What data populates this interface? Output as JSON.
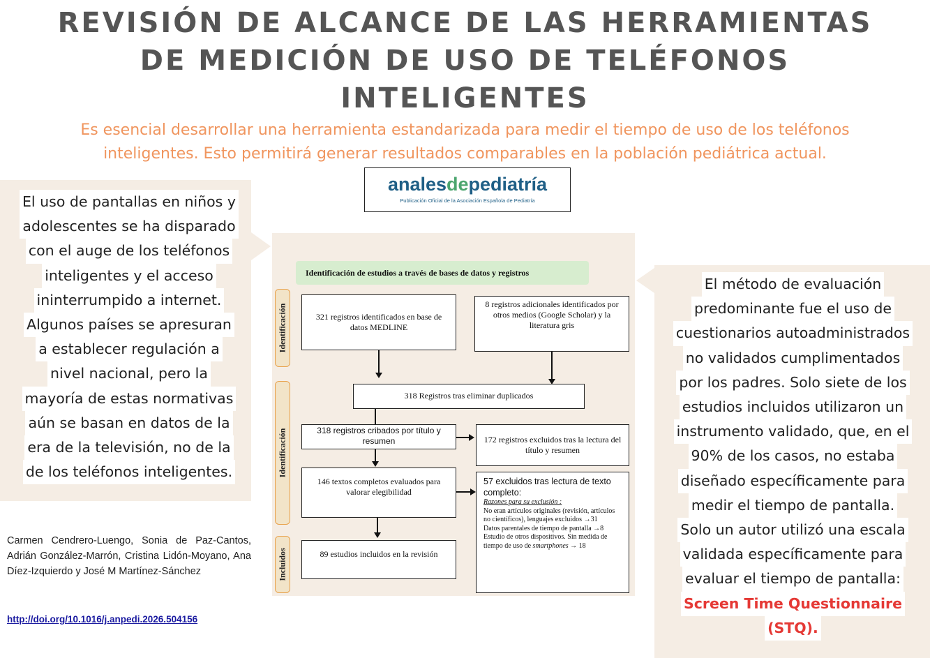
{
  "title": {
    "line1": "REVISIÓN DE ALCANCE DE LAS HERRAMIENTAS",
    "line2": "DE MEDICIÓN DE USO DE TELÉFONOS",
    "line3": "INTELIGENTES"
  },
  "subtitle": {
    "line1": "Es esencial desarrollar una herramienta estandarizada para medir el tiempo de uso de los teléfonos",
    "line2": "inteligentes. Esto permitirá generar resultados comparables en la población pediátrica actual."
  },
  "logo": {
    "name_part1": "anales",
    "name_part2": "de",
    "name_part3": "pediatría",
    "subtitle": "Publicación Oficial de la Asociación Española de Pediatría"
  },
  "left_text": [
    "El uso de pantallas en niños y",
    "adolescentes se ha disparado",
    "con el auge de los teléfonos",
    "inteligentes y el acceso",
    "ininterrumpido a internet.",
    "Algunos países se apresuran",
    "a establecer regulación a",
    "nivel nacional, pero la",
    "mayoría de estas normativas",
    "aún se basan en datos de la",
    "era de la televisión, no de la",
    "de los teléfonos inteligentes."
  ],
  "authors": "Carmen Cendrero-Luengo, Sonia de Paz-Cantos, Adrián González-Marrón, Cristina Lidón-Moyano, Ana Díez-Izquierdo y José M Martínez-Sánchez",
  "doi": "http://doi.org/10.1016/j.anpedi.2026.504156",
  "flow": {
    "header": "Identificación de estudios a través de bases de datos y registros",
    "side1": "Identificación",
    "side2": "Identificación",
    "side3": "Incluidos",
    "box_medline": "321 registros identificados en base de datos MEDLINE",
    "box_other": "8 registros adicionales identificados por otros medios (Google Scholar) y la literatura gris",
    "box_duplicates": "318 Registros tras eliminar duplicados",
    "box_screened": "318 registros cribados por título y resumen",
    "box_excluded": "172 registros excluidos tras la lectura del título y resumen",
    "box_fulltext": "146 textos completos evaluados para valorar elegibilidad",
    "box_excluded_full": {
      "title": "57 excluidos tras lectura de texto completo:",
      "reasons_label": "Razones para su exclusión :",
      "reason1": "No eran artículos originales (revisión, artículos no científicos), lenguajes excluidos →31",
      "reason2": "Datos parentales de tiempo de pantalla →8",
      "reason3_a": "Estudio de otros dispositivos. Sin medida de tiempo de uso de",
      "reason3_b": "smartphones",
      "reason3_c": "→ 18"
    },
    "box_included": "89 estudios incluidos en la revisión"
  },
  "right_text": [
    "El método de evaluación",
    "predominante fue el uso de",
    "cuestionarios autoadministrados",
    "no validados cumplimentados",
    "por los padres. Solo siete de los",
    "estudios incluidos utilizaron un",
    "instrumento validado, que, en el",
    "90% de los casos, no estaba",
    "diseñado específicamente para",
    "medir el tiempo de pantalla.",
    "Solo un autor utilizó una escala",
    "validada específicamente para",
    "evaluar el tiempo de pantalla:"
  ],
  "stq": {
    "line1": "Screen Time Questionnaire",
    "line2": "(STQ)."
  },
  "colors": {
    "title": "#555555",
    "subtitle": "#F0955E",
    "panel": "#F5EDE4",
    "header_box": "#D7EDCF",
    "stq": "#E53935",
    "logo_blue": "#1F5F86",
    "logo_green": "#4CA66F"
  }
}
